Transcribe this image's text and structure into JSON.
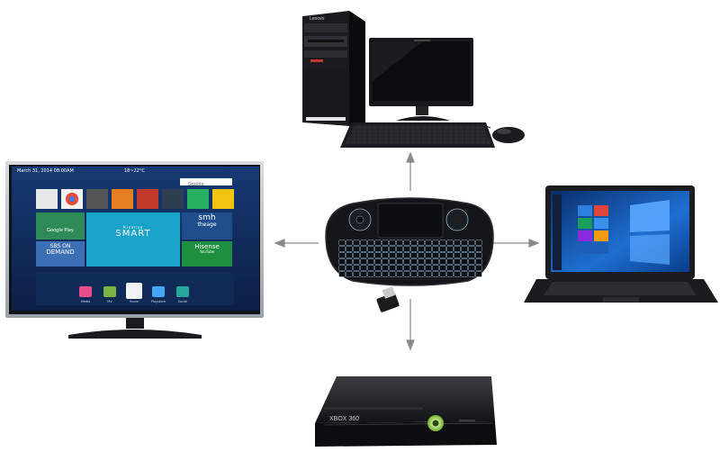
{
  "colors": {
    "arrow": "#8a8a8a",
    "device_dark": "#1b1d20",
    "tv_screen_bg": "#1d4a8a",
    "xbox_green": "#9bd94a",
    "win_blue": "#1d6fd1"
  },
  "pc": {
    "brand": "Lenovo"
  },
  "tv": {
    "date": "March 31, 2014 08:00AM",
    "weather": "18~22°C",
    "search_label": "Google",
    "tile_googleplay": "Google Play",
    "tile_smart": "SMART",
    "tile_smart_small": "Hisense",
    "tile_smh_line1": "smh",
    "tile_smh_line2": "theage",
    "tile_sbs_line1": "SBS",
    "tile_sbs_line2": "ON",
    "tile_sbs_line3": "DEMAND",
    "tile_hisense_line1": "Hisense",
    "tile_hisense_line2": "YouTube",
    "dock": [
      "Media",
      "MV",
      "Home",
      "Playstore",
      "Social"
    ]
  },
  "xbox": {
    "logo_text": "XBOX 360"
  }
}
